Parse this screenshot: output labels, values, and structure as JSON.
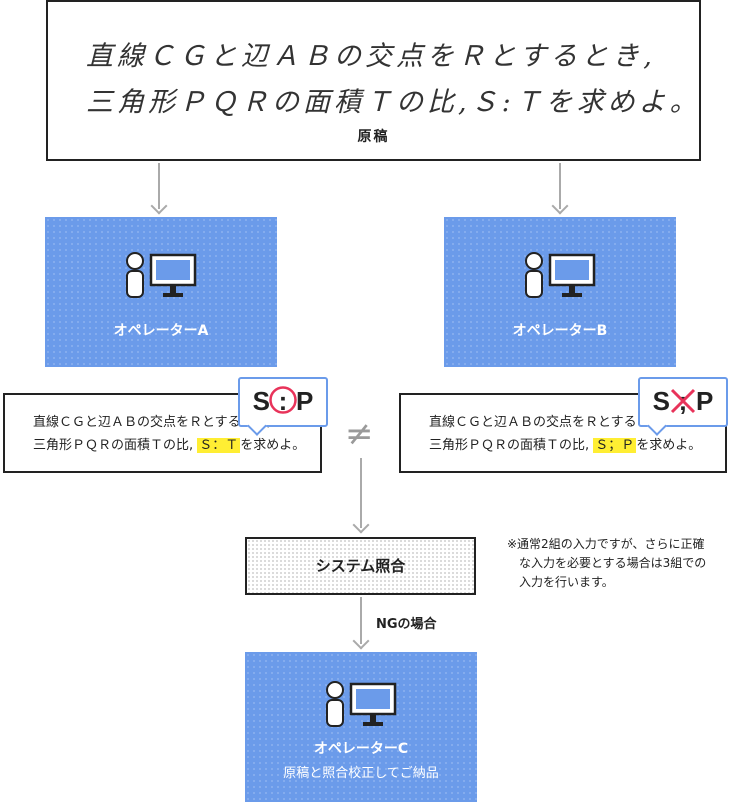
{
  "manuscript": {
    "line1": "直線ＣＧと辺ＡＢの交点をＲとするとき,",
    "line2": "三角形ＰＱＲの面積Ｔの比,Ｓ:Ｔを求めよ。",
    "label": "原稿"
  },
  "operator_a": {
    "label": "オペレーターA"
  },
  "operator_b": {
    "label": "オペレーターB"
  },
  "result_a": {
    "line1": "直線ＣＧと辺ＡＢの交点をＲとするとき,",
    "line2_pre": "三角形ＰＱＲの面積Ｔの比, ",
    "highlight": "Ｓ：Ｔ",
    "line2_post": "を求めよ。",
    "bubble_left": "S",
    "bubble_mid": ":",
    "bubble_right": "P"
  },
  "result_b": {
    "line1": "直線ＣＧと辺ＡＢの交点をＲとするとき,",
    "line2_pre": "三角形ＰＱＲの面積Ｔの比, ",
    "highlight": "Ｓ；Ｐ",
    "line2_post": "を求めよ。",
    "bubble_left": "S",
    "bubble_mid": ";",
    "bubble_right": "P"
  },
  "not_equal": "≠",
  "system": {
    "label": "システム照合"
  },
  "note": {
    "line1": "※通常2組の入力ですが、さらに正確",
    "line2": "な入力を必要とする場合は3組での",
    "line3": "入力を行います。"
  },
  "ng_label": "NGの場合",
  "operator_c": {
    "label": "オペレーターC",
    "sub": "原稿と照合校正してご納品"
  },
  "colors": {
    "box_blue": "#6b9bea",
    "highlight": "#ffee33",
    "mark_red": "#e8335a",
    "arrow": "#aaaaaa"
  },
  "icons": [
    "person-icon",
    "monitor-icon"
  ]
}
